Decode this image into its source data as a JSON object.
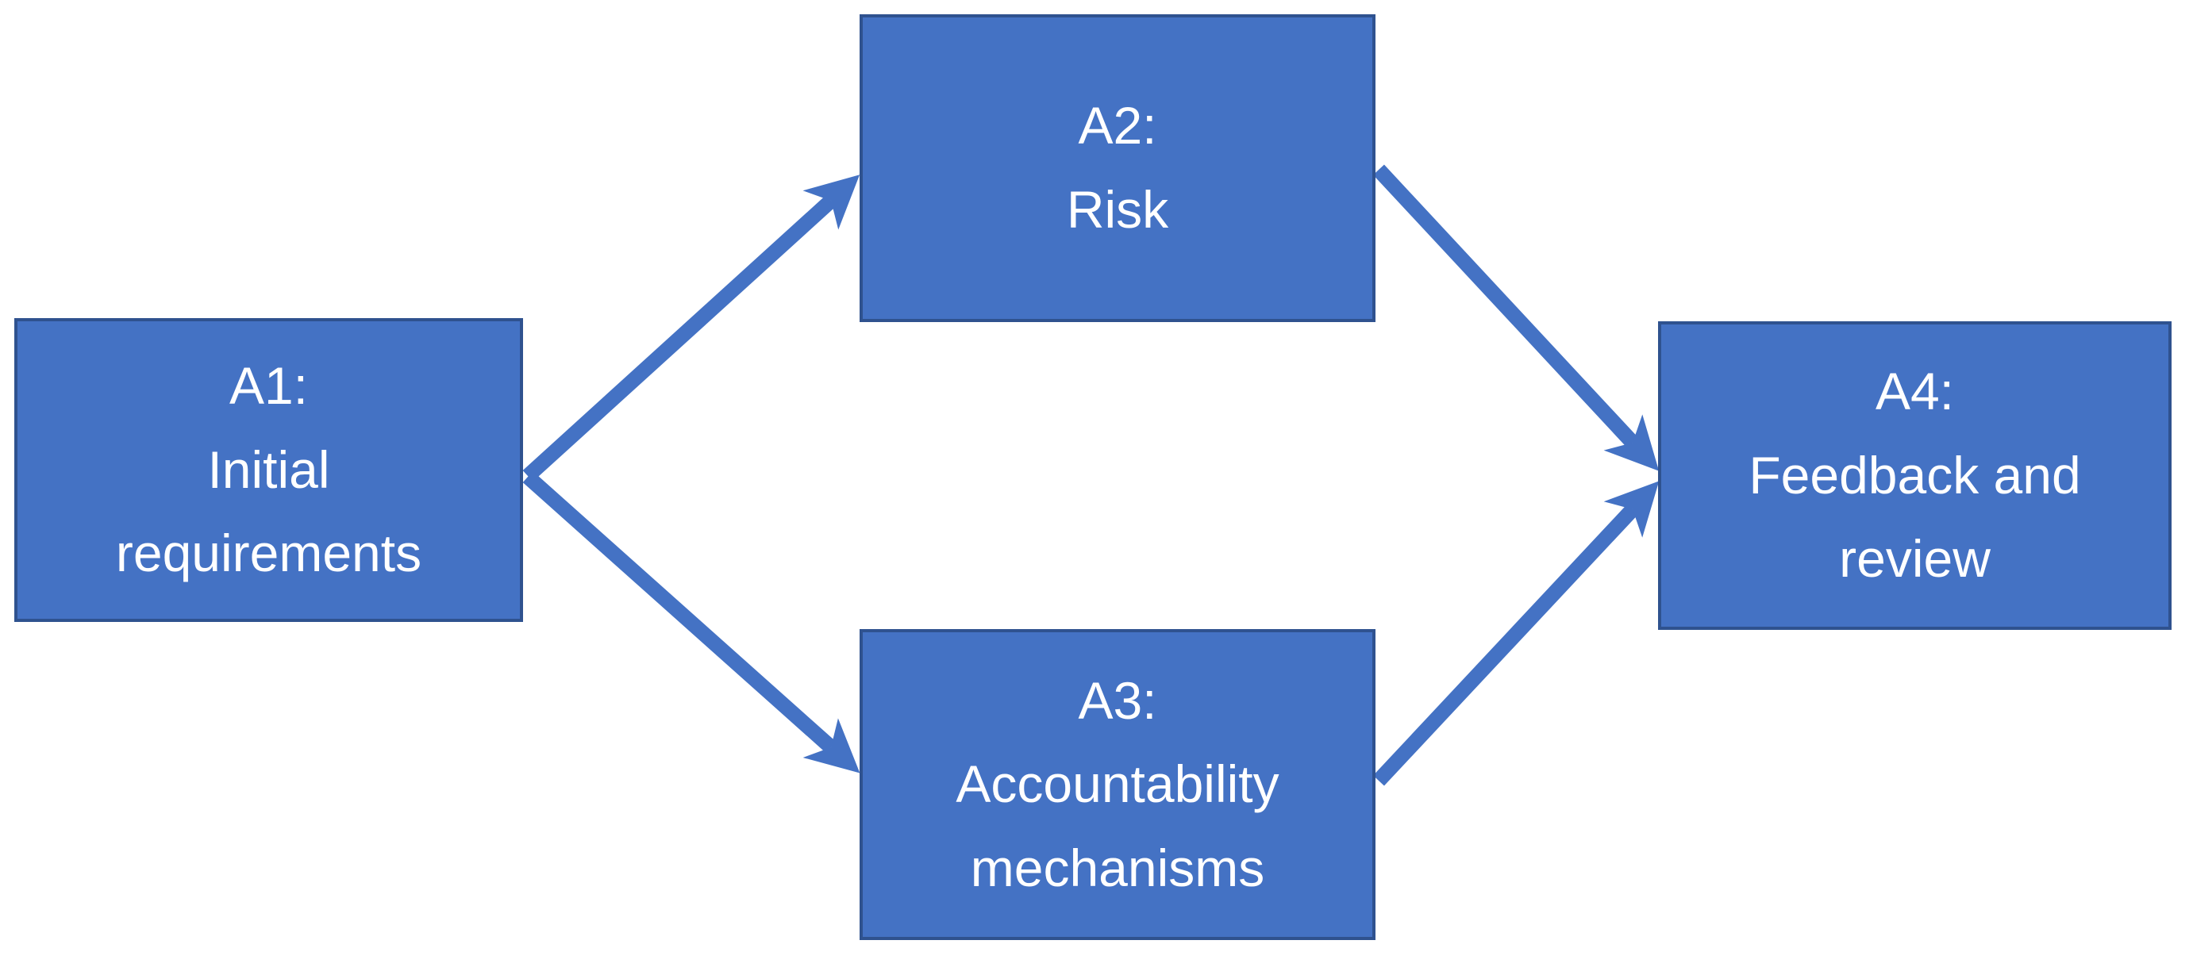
{
  "diagram": {
    "title": "",
    "background_color": "#ffffff",
    "node_fill_color": "#4472C4",
    "node_border_color": "#2F528F",
    "node_text_color": "#ffffff",
    "arrow_color": "#4472C4",
    "nodes": {
      "a1": {
        "id": "A1",
        "label": "A1: Initial requirements",
        "lines": [
          "A1:",
          "Initial",
          "requirements"
        ]
      },
      "a2": {
        "id": "A2",
        "label": "A2: Risk",
        "lines": [
          "A2:",
          "Risk"
        ]
      },
      "a3": {
        "id": "A3",
        "label": "A3: Accountability mechanisms",
        "lines": [
          "A3:",
          "Accountability",
          "mechanisms"
        ]
      },
      "a4": {
        "id": "A4",
        "label": "A4: Feedback and review",
        "lines": [
          "A4:",
          "Feedback and",
          "review"
        ]
      }
    },
    "edges": [
      {
        "from": "A1",
        "to": "A2",
        "style": "arrow"
      },
      {
        "from": "A1",
        "to": "A3",
        "style": "arrow"
      },
      {
        "from": "A2",
        "to": "A4",
        "style": "arrow"
      },
      {
        "from": "A3",
        "to": "A4",
        "style": "arrow"
      }
    ]
  }
}
